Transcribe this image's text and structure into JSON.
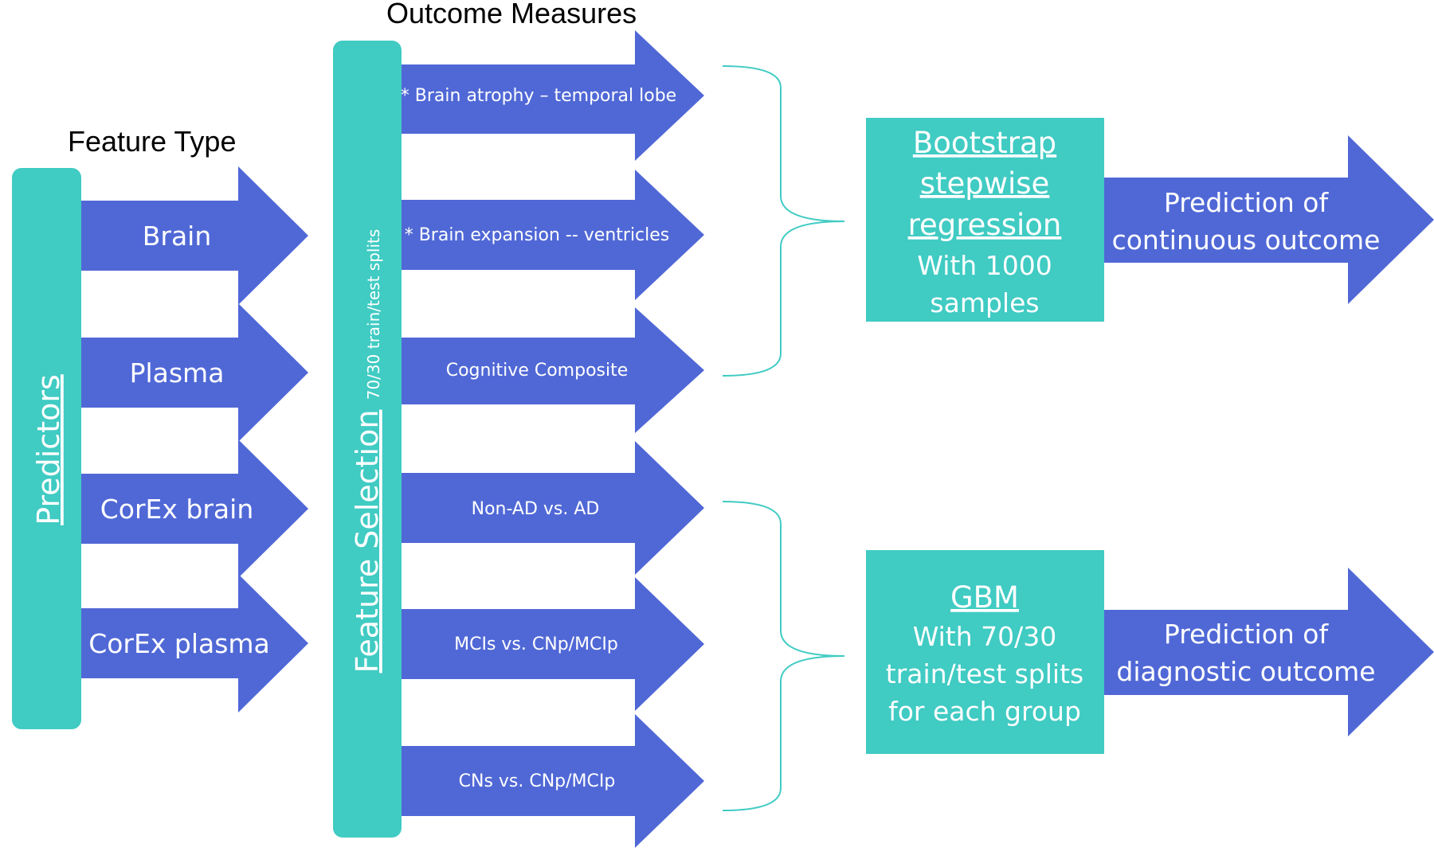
{
  "headings": {
    "feature_type": "Feature Type",
    "outcome_measures": "Outcome Measures"
  },
  "predictors": {
    "label": "Predictors",
    "features": [
      "Brain",
      "Plasma",
      "CorEx brain",
      "CorEx plasma"
    ]
  },
  "feature_selection": {
    "label": "Feature Selection",
    "sublabel": "70/30 train/test splits"
  },
  "outcomes": [
    "* Brain atrophy – temporal lobe",
    "* Brain expansion -- ventricles",
    "Cognitive Composite",
    "Non-AD vs. AD",
    "MCIs vs. CNp/MCIp",
    "CNs vs. CNp/MCIp"
  ],
  "methods": {
    "continuous": {
      "title_lines": [
        "Bootstrap",
        "stepwise",
        "regression"
      ],
      "body_lines": [
        "With 1000",
        "samples"
      ],
      "result_lines": [
        "Prediction of",
        "continuous outcome"
      ]
    },
    "diagnostic": {
      "title_lines": [
        "GBM"
      ],
      "body_lines": [
        "With 70/30",
        "train/test splits",
        "for each group"
      ],
      "result_lines": [
        "Prediction of",
        "diagnostic outcome"
      ]
    }
  },
  "colors": {
    "teal": "#40CBC3",
    "blue": "#5068D6",
    "text_on_shape": "#FFFFFF",
    "bracket": "#40CBC3"
  }
}
